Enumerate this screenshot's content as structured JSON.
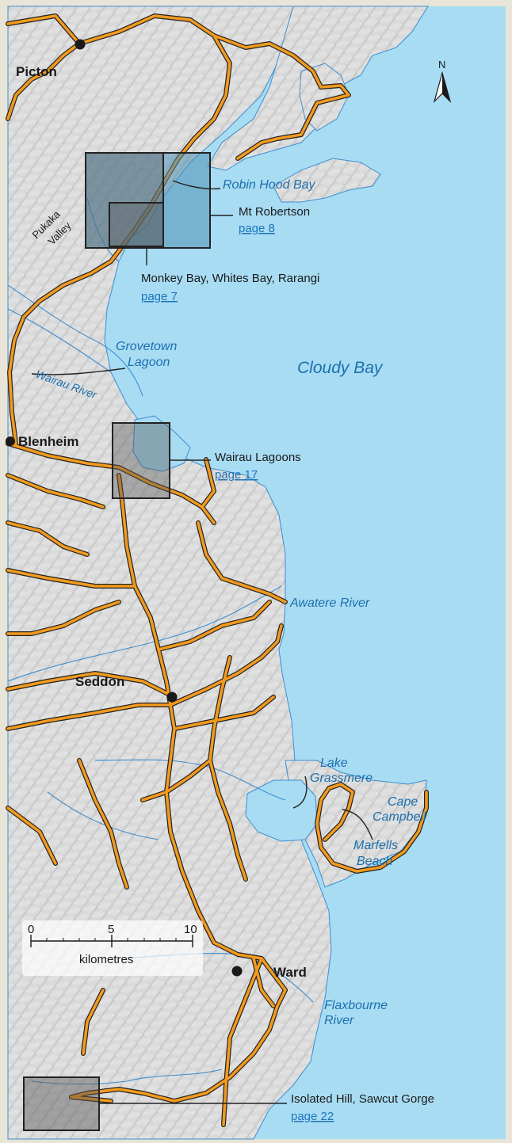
{
  "towns": {
    "picton": "Picton",
    "blenheim": "Blenheim",
    "seddon": "Seddon",
    "ward": "Ward"
  },
  "water": {
    "robin_hood_bay": "Robin Hood Bay",
    "grovetown_1": "Grovetown",
    "grovetown_2": "Lagoon",
    "cloudy_bay": "Cloudy Bay",
    "wairau_river": "Wairau River",
    "awatere_river": "Awatere River",
    "lake_1": "Lake",
    "lake_2": "Grassmere",
    "cape_1": "Cape",
    "cape_2": "Campbell",
    "marfells_1": "Marfells",
    "marfells_2": "Beach",
    "flax_1": "Flaxbourne",
    "flax_2": "River"
  },
  "land": {
    "pukaka_1": "Pukaka",
    "pukaka_2": "Valley"
  },
  "insets": {
    "mt_robertson": {
      "name": "Mt Robertson",
      "page": "page 8"
    },
    "monkey_bay": {
      "name": "Monkey Bay, Whites Bay, Rarangi",
      "page": "page 7"
    },
    "wairau_lagoons": {
      "name": "Wairau Lagoons",
      "page": "page 17"
    },
    "isolated_hill": {
      "name": "Isolated Hill, Sawcut Gorge",
      "page": "page 22"
    }
  },
  "scale_bar": {
    "t0": "0",
    "t5": "5",
    "t10": "10",
    "unit": "kilometres"
  },
  "north_arrow": "N",
  "colors": {
    "sea": "#a8dcf3",
    "land": "#d8d8d8",
    "road": "#f29a1e",
    "river": "#3d8ed0",
    "border": "#e8e4d8"
  }
}
